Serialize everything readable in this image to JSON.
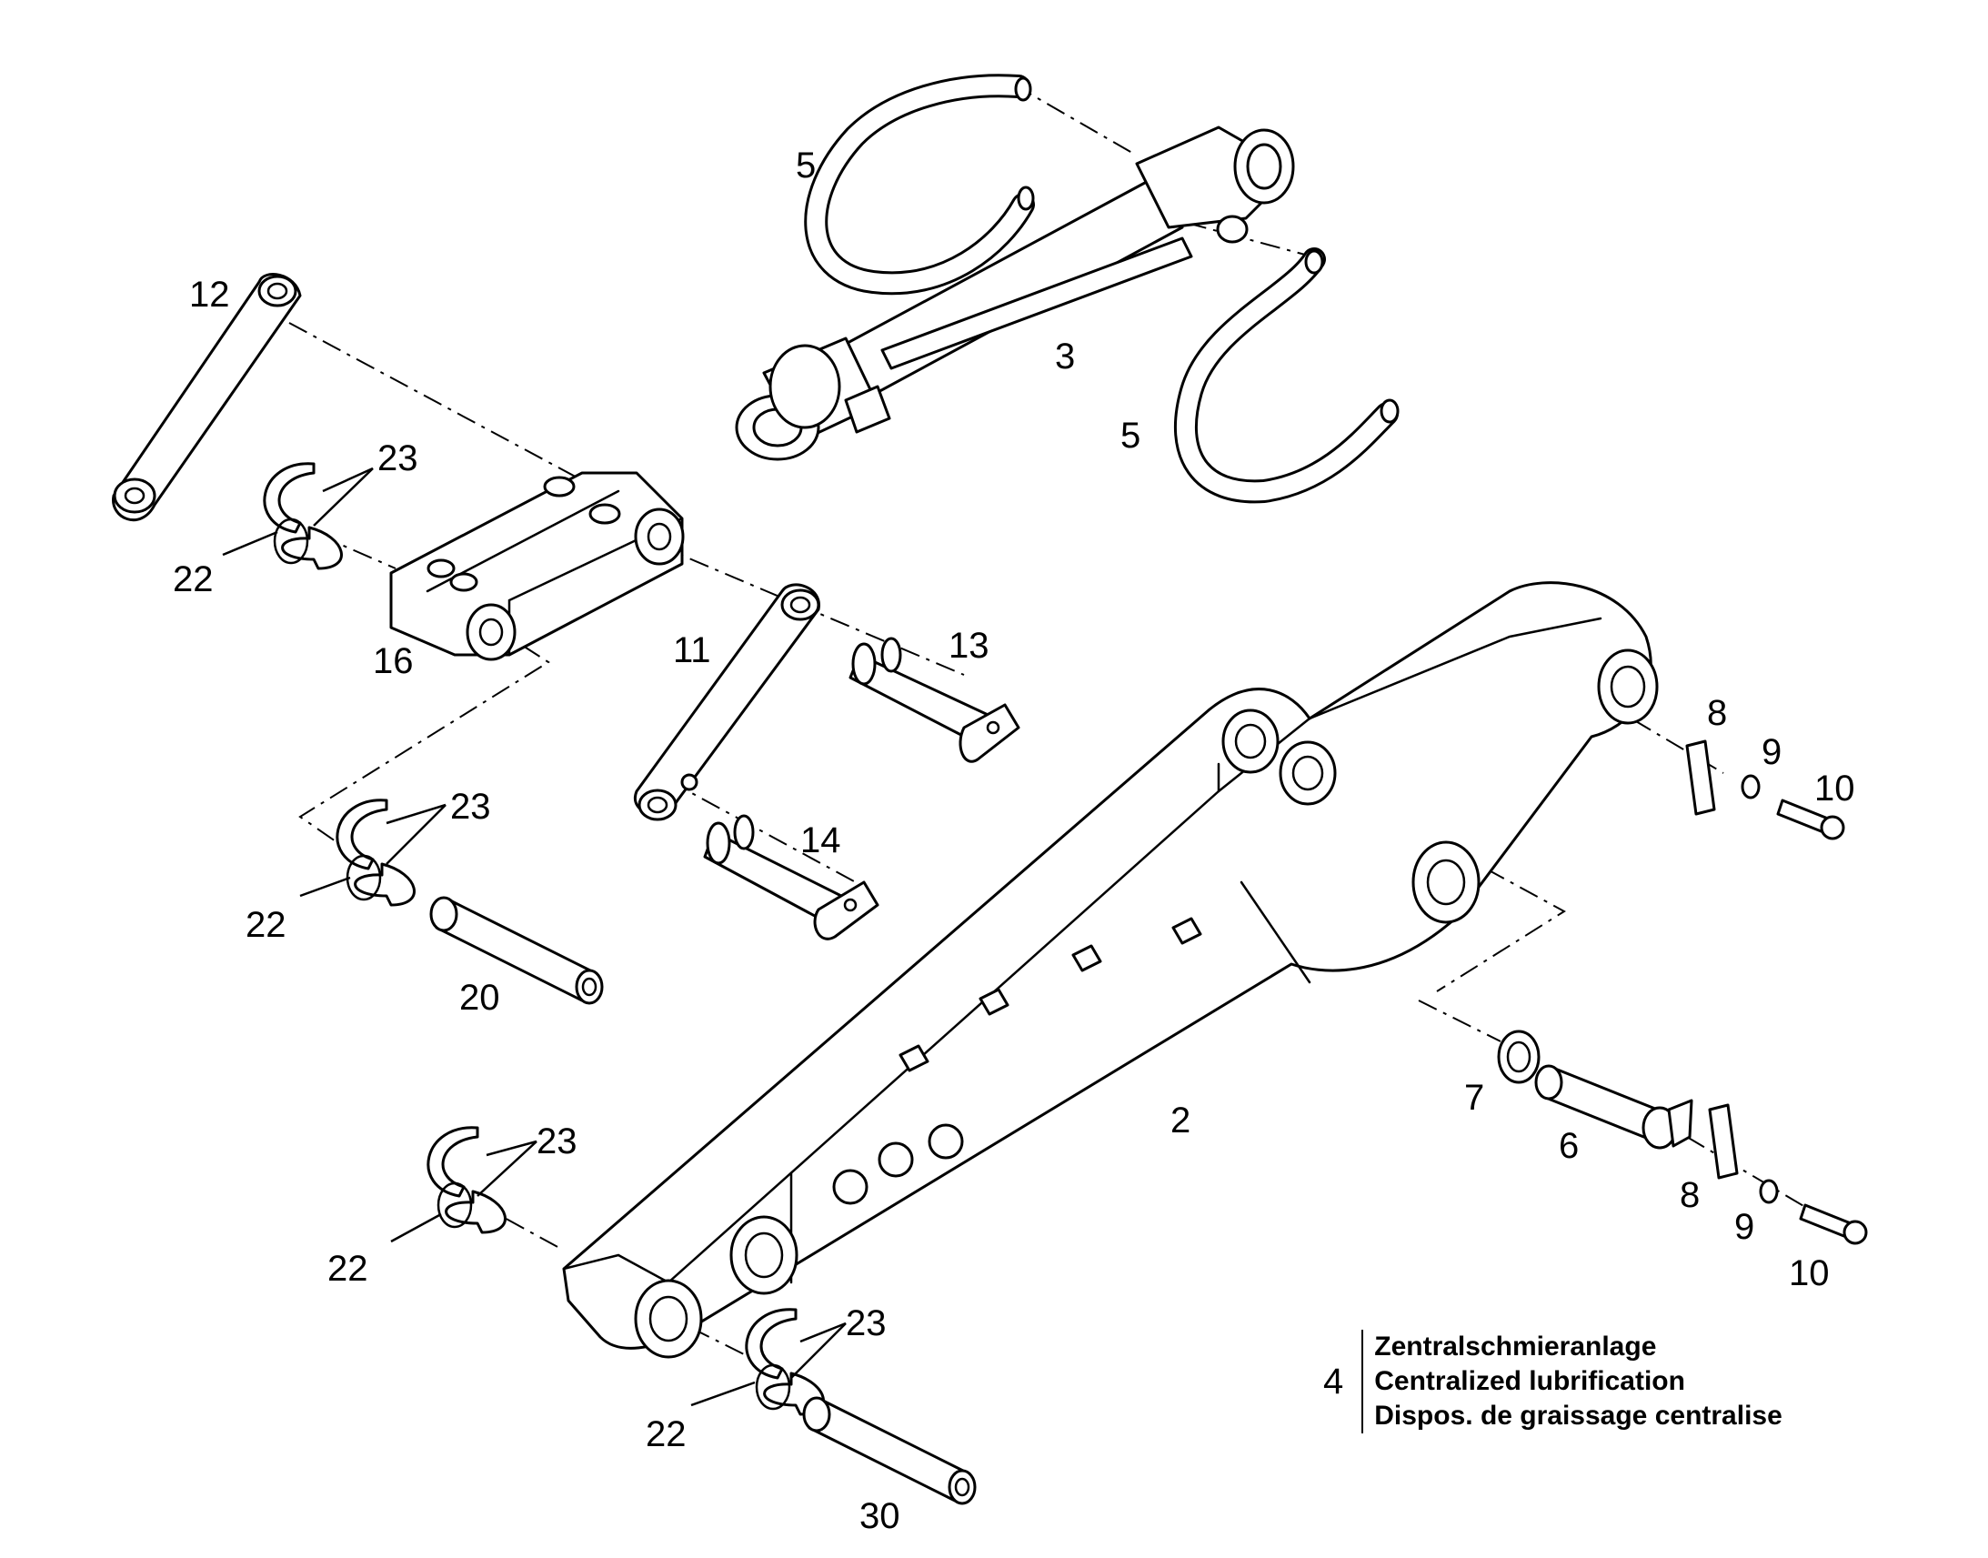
{
  "callouts": {
    "c2": "2",
    "c3": "3",
    "c5a": "5",
    "c5b": "5",
    "c6": "6",
    "c7": "7",
    "c8a": "8",
    "c8b": "8",
    "c9a": "9",
    "c9b": "9",
    "c10a": "10",
    "c10b": "10",
    "c11": "11",
    "c12": "12",
    "c13": "13",
    "c14": "14",
    "c16": "16",
    "c20": "20",
    "c22a": "22",
    "c22b": "22",
    "c22c": "22",
    "c22d": "22",
    "c23a": "23",
    "c23b": "23",
    "c23c": "23",
    "c23d": "23",
    "c30": "30"
  },
  "legend": {
    "number": "4",
    "lines": [
      "Zentralschmieranlage",
      "Centralized lubrification",
      "Dispos. de graissage centralise"
    ]
  },
  "colors": {
    "line": "#000000",
    "background": "#ffffff"
  }
}
